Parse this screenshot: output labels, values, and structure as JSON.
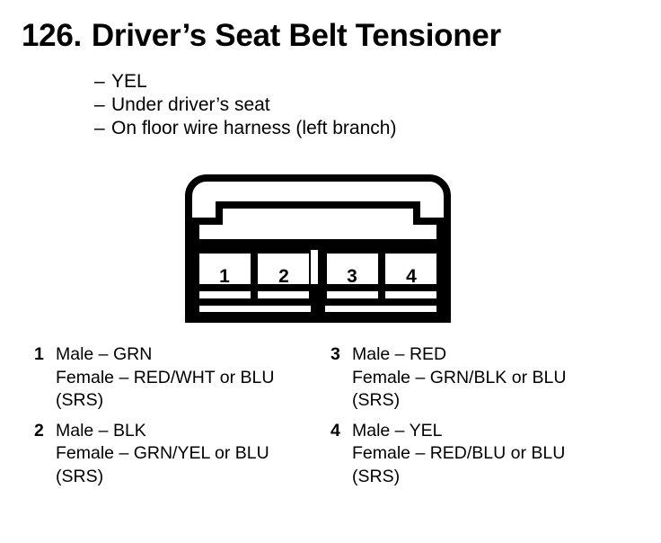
{
  "title": {
    "number": "126.",
    "text": "Driver’s Seat Belt Tensioner"
  },
  "bullets": {
    "dash": "–",
    "items": [
      "YEL",
      "Under driver’s seat",
      "On floor wire harness (left branch)"
    ]
  },
  "connector": {
    "cavities": [
      {
        "number": "1"
      },
      {
        "number": "2"
      },
      {
        "number": "3"
      },
      {
        "number": "4"
      }
    ]
  },
  "legend": {
    "left": [
      {
        "index": "1",
        "lines": [
          "Male – GRN",
          "Female – RED/WHT or BLU",
          "(SRS)"
        ]
      },
      {
        "index": "2",
        "lines": [
          "Male – BLK",
          "Female – GRN/YEL or BLU",
          "(SRS)"
        ]
      }
    ],
    "right": [
      {
        "index": "3",
        "lines": [
          "Male – RED",
          "Female – GRN/BLK or BLU",
          "(SRS)"
        ]
      },
      {
        "index": "4",
        "lines": [
          "Male – YEL",
          "Female – RED/BLU or BLU",
          "(SRS)"
        ]
      }
    ]
  },
  "colors": {
    "ink": "#000000",
    "background": "#ffffff"
  }
}
